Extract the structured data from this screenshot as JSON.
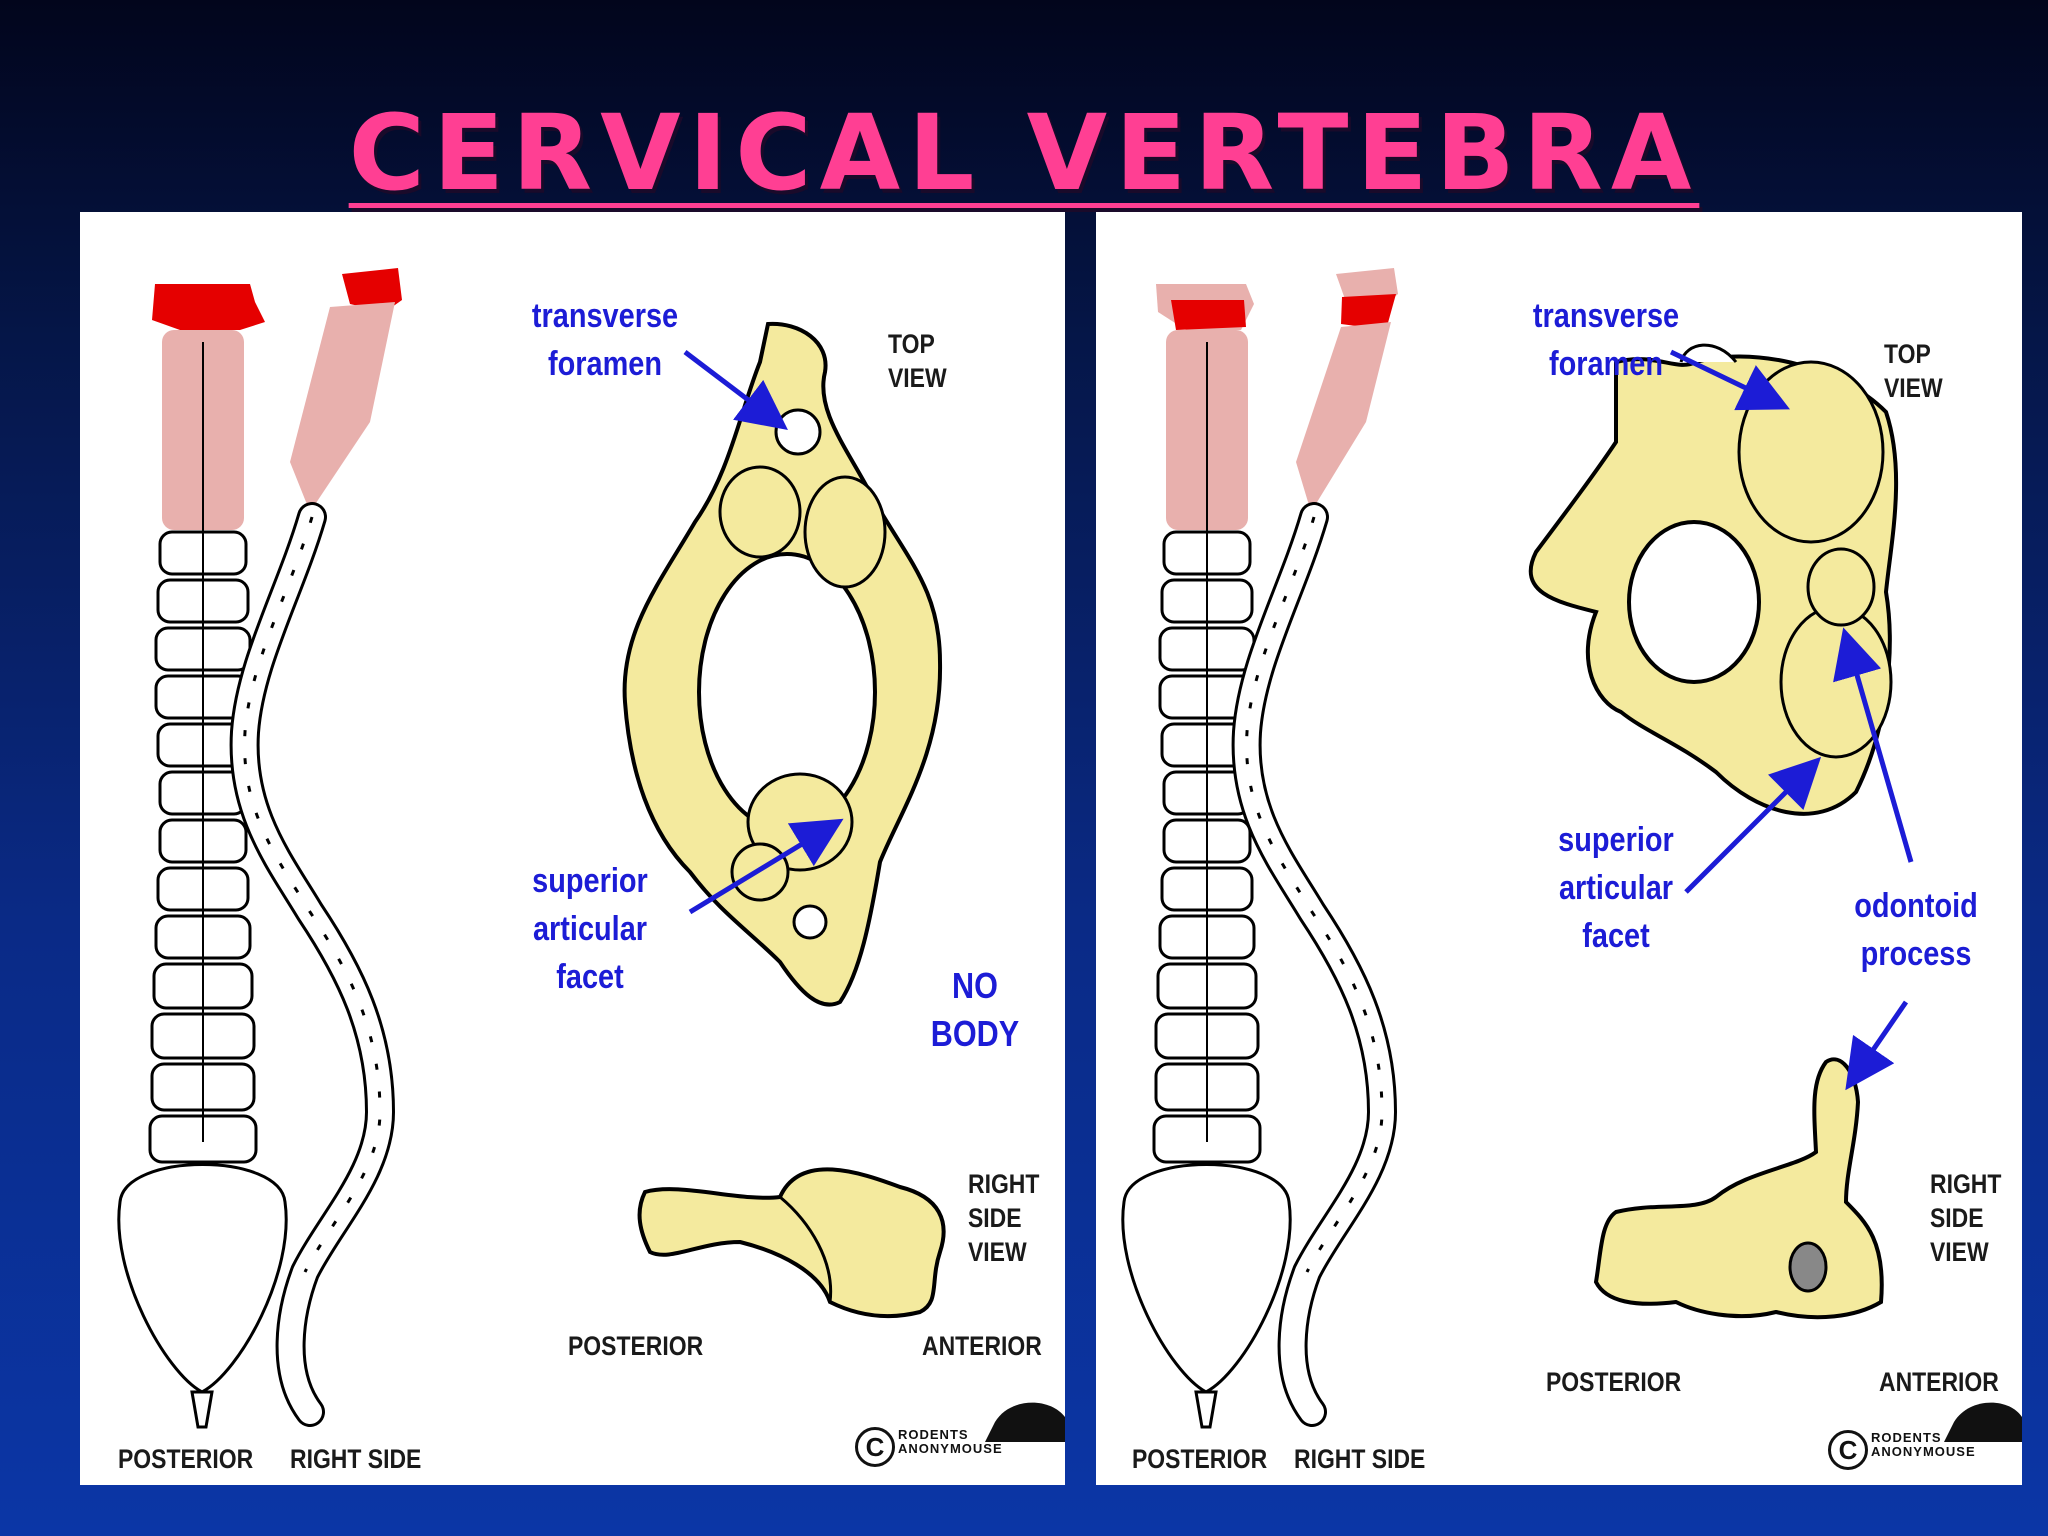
{
  "title": "CERVICAL VERTEBRA",
  "colors": {
    "title": "#ff3f93",
    "label_blue": "#1c1cd6",
    "bone_fill": "#f4ea9e",
    "cervical_pink": "#e8b0ad",
    "cervical_red": "#e50000"
  },
  "left_panel": {
    "labels": {
      "transverse": "transverse",
      "foramen": "foramen",
      "superior": "superior",
      "articular": "articular",
      "facet": "facet",
      "top": "TOP",
      "view": "VIEW",
      "no": "NO",
      "body": "BODY",
      "right": "RIGHT",
      "side": "SIDE",
      "view2": "VIEW",
      "posterior": "POSTERIOR",
      "anterior": "ANTERIOR",
      "spine_posterior": "POSTERIOR",
      "spine_right_side": "RIGHT SIDE"
    },
    "credit": {
      "copyright": "C",
      "line1": "RODENTS",
      "line2": "ANONYMOUSE"
    }
  },
  "right_panel": {
    "labels": {
      "transverse": "transverse",
      "foramen": "foramen",
      "top": "TOP",
      "view": "VIEW",
      "superior": "superior",
      "articular": "articular",
      "facet": "facet",
      "odontoid": "odontoid",
      "process": "process",
      "right": "RIGHT",
      "side": "SIDE",
      "view2": "VIEW",
      "posterior": "POSTERIOR",
      "anterior": "ANTERIOR",
      "spine_posterior": "POSTERIOR",
      "spine_right_side": "RIGHT SIDE"
    },
    "credit": {
      "copyright": "C",
      "line1": "RODENTS",
      "line2": "ANONYMOUSE"
    }
  }
}
